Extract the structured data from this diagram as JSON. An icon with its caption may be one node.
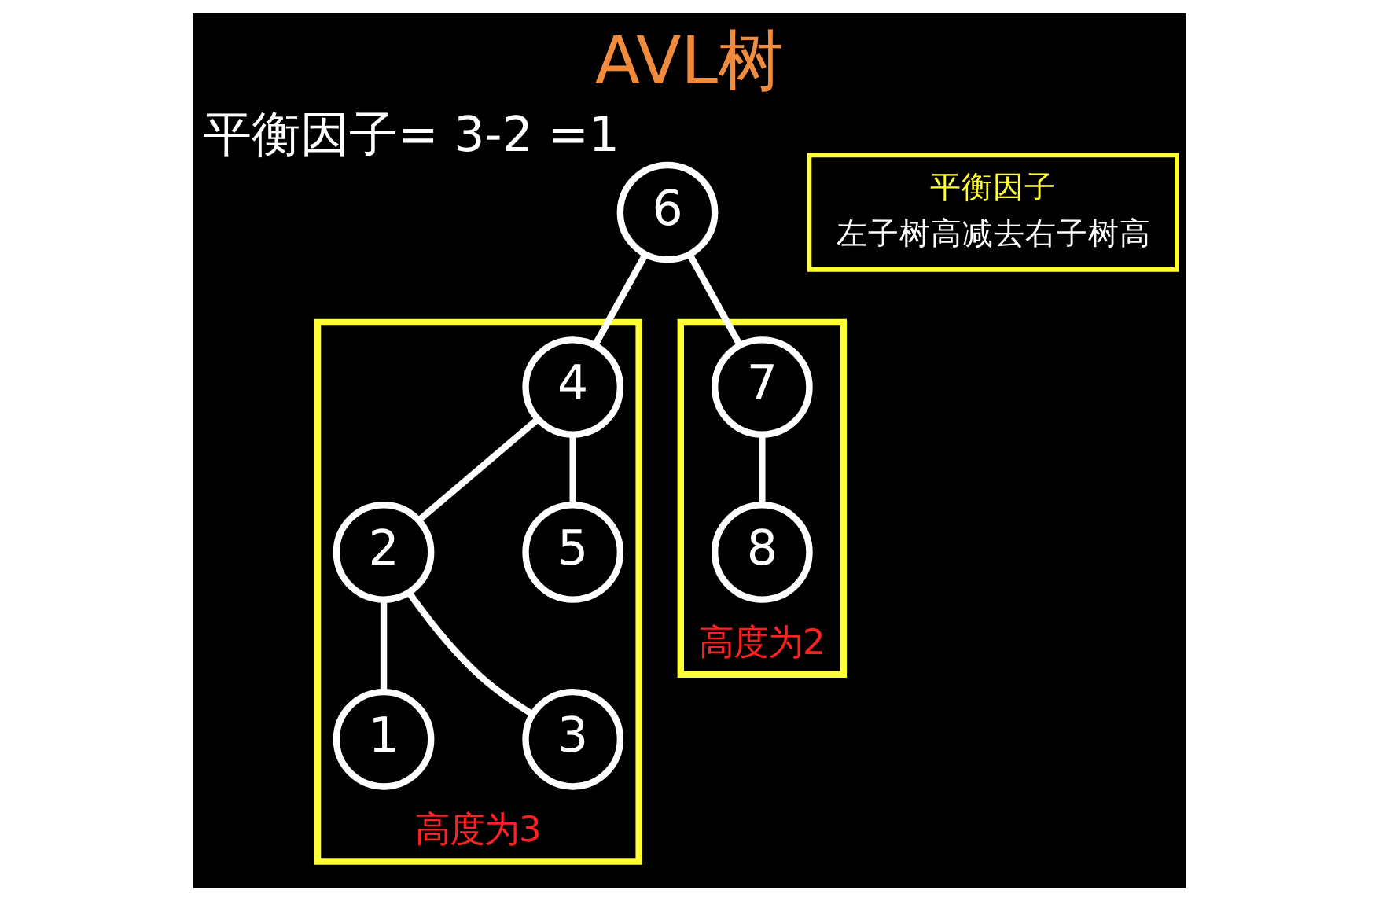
{
  "diagram": {
    "title": "AVL树",
    "nodes": [
      {
        "text": [
          "6"
        ],
        "beside": [
          "平衡因子= 3-2 =1"
        ]
      },
      {
        "text": [
          "高度为3"
        ]
      },
      {
        "text": [
          "4"
        ],
        "in": 1
      },
      {
        "text": [
          "2"
        ],
        "in": 1
      },
      {
        "text": [
          "5"
        ],
        "in": 1
      },
      {
        "text": [
          "1"
        ],
        "in": 1
      },
      {
        "text": [
          "3"
        ],
        "in": 1
      },
      {
        "text": [
          "高度为2"
        ]
      },
      {
        "text": [
          "7"
        ],
        "in": 7
      },
      {
        "text": [
          "8"
        ],
        "in": 7
      },
      {
        "text": [
          "平衡因子",
          "左子树高减去右子树高"
        ]
      }
    ],
    "edges": [
      {
        "from": 0,
        "to": 2,
        "arrow": "none"
      },
      {
        "from": 0,
        "to": 8,
        "arrow": "none"
      },
      {
        "from": 2,
        "to": 3,
        "arrow": "none"
      },
      {
        "from": 2,
        "to": 4,
        "arrow": "none"
      },
      {
        "from": 3,
        "to": 5,
        "arrow": "none"
      },
      {
        "from": 3,
        "to": 6,
        "arrow": "none"
      },
      {
        "from": 8,
        "to": 9,
        "arrow": "none"
      }
    ]
  }
}
